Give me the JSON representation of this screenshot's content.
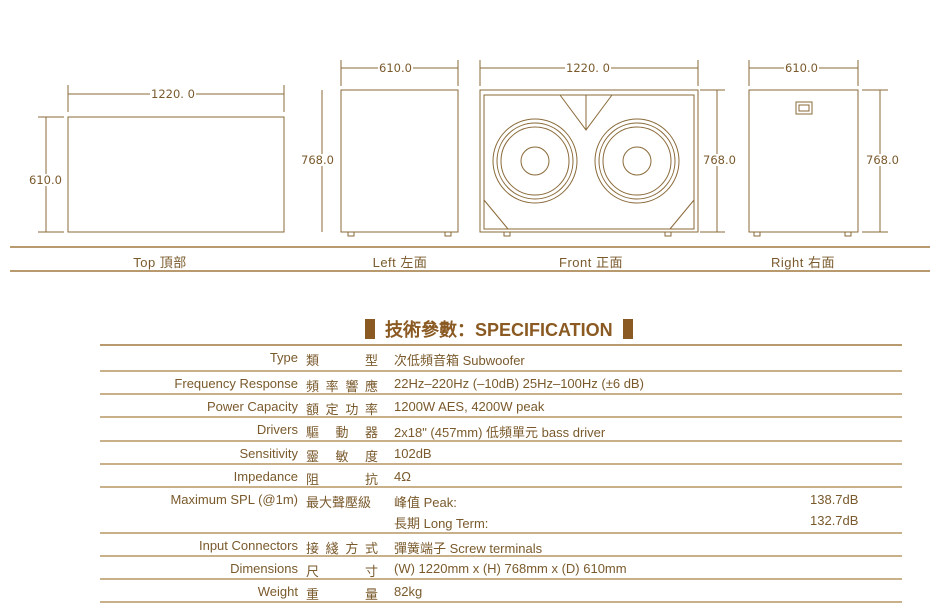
{
  "dimensions": {
    "top_width": "1220. 0",
    "top_depth": "610.0",
    "left_depth": "610.0",
    "left_height": "768.0",
    "front_width": "1220. 0",
    "front_height": "768.0",
    "right_depth": "610.0",
    "right_height": "768.0"
  },
  "views": [
    "Top 頂部",
    "Left 左面",
    "Front 正面",
    "Right 右面"
  ],
  "title": "技術參數：SPECIFICATION",
  "colors": {
    "line": "#8a6a3a",
    "text": "#7a5a2c",
    "title": "#8a5a22"
  },
  "specs": [
    {
      "label": "Type",
      "cn": [
        "類",
        "型"
      ],
      "value": "次低頻音箱  Subwoofer"
    },
    {
      "label": "Frequency Response",
      "cn": [
        "頻",
        "率",
        "響",
        "應"
      ],
      "value": "22Hz–220Hz (–10dB) 25Hz–100Hz (±6 dB)"
    },
    {
      "label": "Power Capacity",
      "cn": [
        "額",
        "定",
        "功",
        "率"
      ],
      "value": "1200W   AES, 4200W peak"
    },
    {
      "label": "Drivers",
      "cn": [
        "驅",
        "動",
        "器"
      ],
      "value": "2x18\" (457mm) 低頻單元 bass driver"
    },
    {
      "label": "Sensitivity",
      "cn": [
        "靈",
        "敏",
        "度"
      ],
      "value": "102dB"
    },
    {
      "label": "Impedance",
      "cn": [
        "阻",
        "抗"
      ],
      "value": "4Ω"
    },
    {
      "label": "Maximum SPL (@1m)",
      "cn": [
        "最大聲壓級"
      ],
      "value": "峰值 Peak:",
      "value_num": "138.7dB",
      "value2": "長期 Long Term:",
      "value2_num": "132.7dB"
    },
    {
      "label": "Input Connectors",
      "cn": [
        "接",
        "綫",
        "方",
        "式"
      ],
      "value": "彈簧端子    Screw terminals"
    },
    {
      "label": "Dimensions",
      "cn": [
        "尺",
        "寸"
      ],
      "value": "(W) 1220mm x (H) 768mm x (D) 610mm"
    },
    {
      "label": "Weight",
      "cn": [
        "重",
        "量"
      ],
      "value": "82kg"
    }
  ]
}
